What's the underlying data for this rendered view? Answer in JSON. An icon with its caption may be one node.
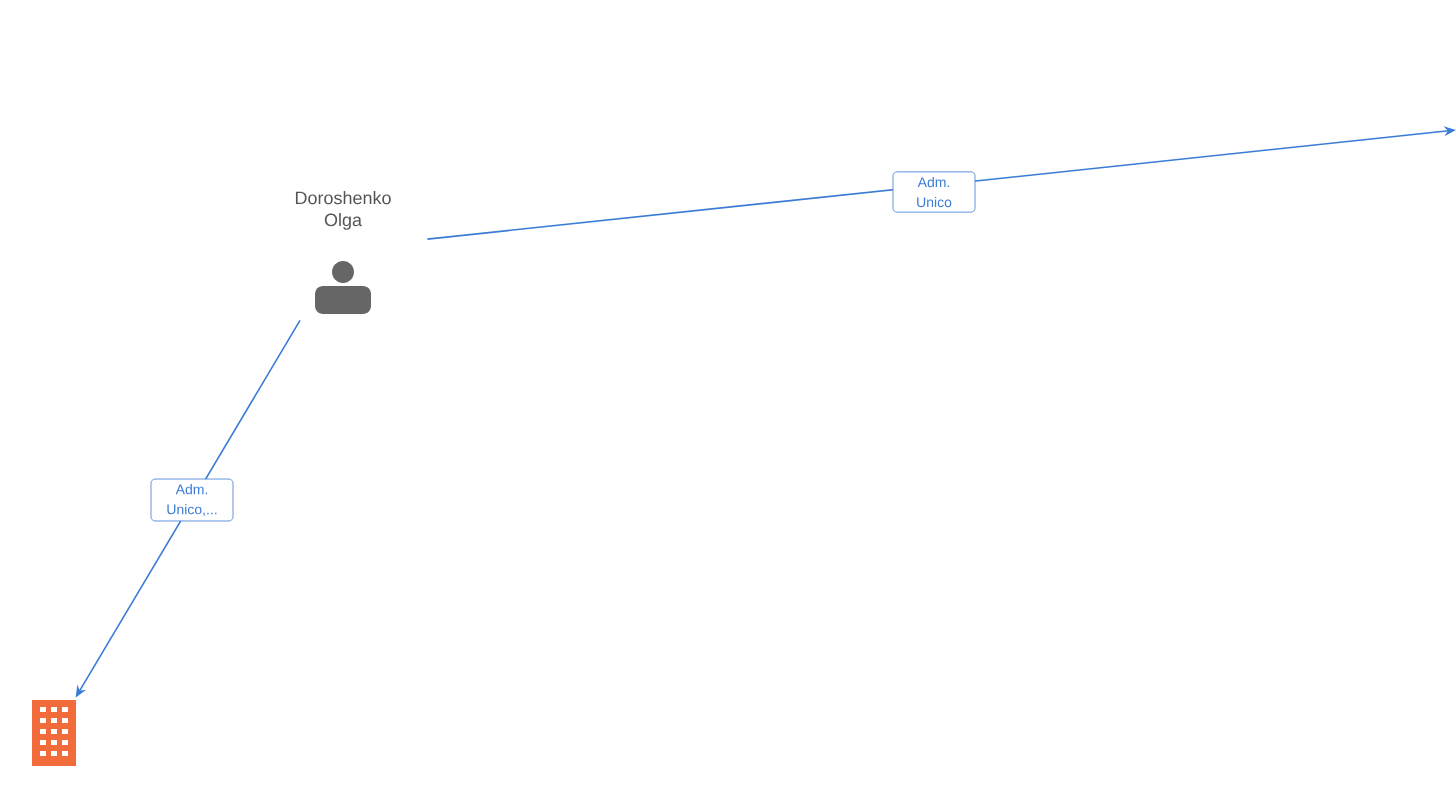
{
  "diagram": {
    "nodes": [
      {
        "text": [
          "Doroshenko Olga"
        ]
      },
      {
        "text": [],
        "shape": "building"
      }
    ],
    "edges": [
      {
        "from": 0,
        "to": 1,
        "arrow": "to",
        "label": "Adm. Unico,..."
      },
      {
        "from": 0,
        "to": null,
        "arrow": "to",
        "label": "Adm. Unico"
      }
    ]
  }
}
